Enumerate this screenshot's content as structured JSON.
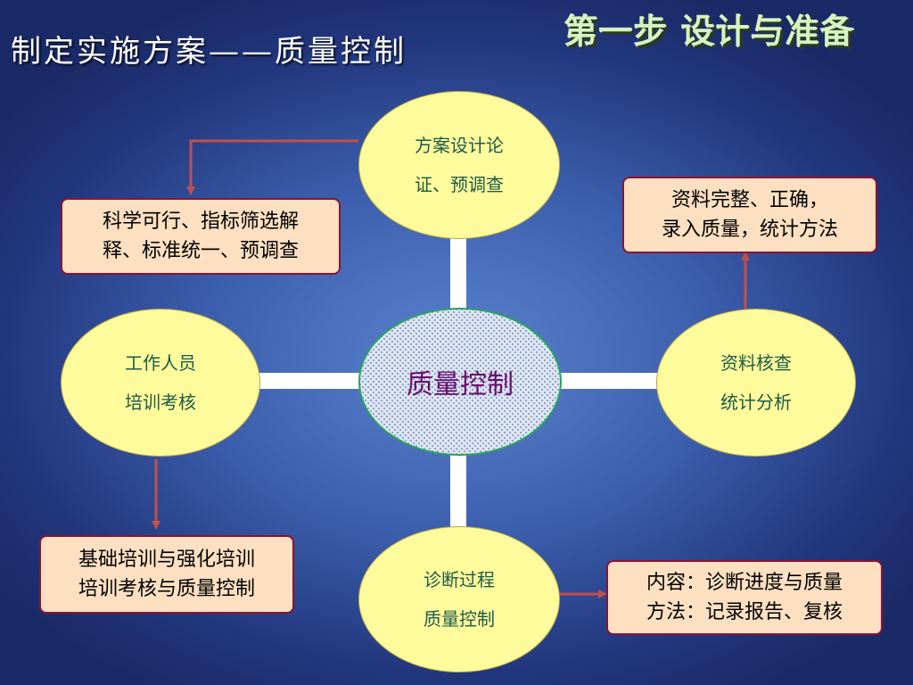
{
  "title": "制定实施方案——质量控制",
  "step_label": "第一步 设计与准备",
  "colors": {
    "background": "#3c5fad",
    "ellipse_fill": "#fefb9c",
    "ellipse_text": "#1d5a4a",
    "box_fill": "#fde0c2",
    "box_border": "#8a1434",
    "arrow": "#c0504d",
    "connector": "#ffffff",
    "center_text": "#6a0d6a"
  },
  "center": {
    "label": "质量控制"
  },
  "nodes": {
    "top": {
      "line1": "方案设计论",
      "line2": "证、预调查"
    },
    "left": {
      "line1": "工作人员",
      "line2": "培训考核"
    },
    "right": {
      "line1": "资料核查",
      "line2": "统计分析"
    },
    "bottom": {
      "line1": "诊断过程",
      "line2": "质量控制"
    }
  },
  "boxes": {
    "top_left": {
      "line1": "科学可行、指标筛选解",
      "line2": "释、标准统一、预调查"
    },
    "top_right": {
      "line1": "资料完整、正确，",
      "line2": "录入质量，统计方法"
    },
    "bottom_left": {
      "line1": "基础培训与强化培训",
      "line2": "培训考核与质量控制"
    },
    "bottom_right": {
      "line1": "内容：诊断进度与质量",
      "line2": "方法：记录报告、复核"
    }
  }
}
